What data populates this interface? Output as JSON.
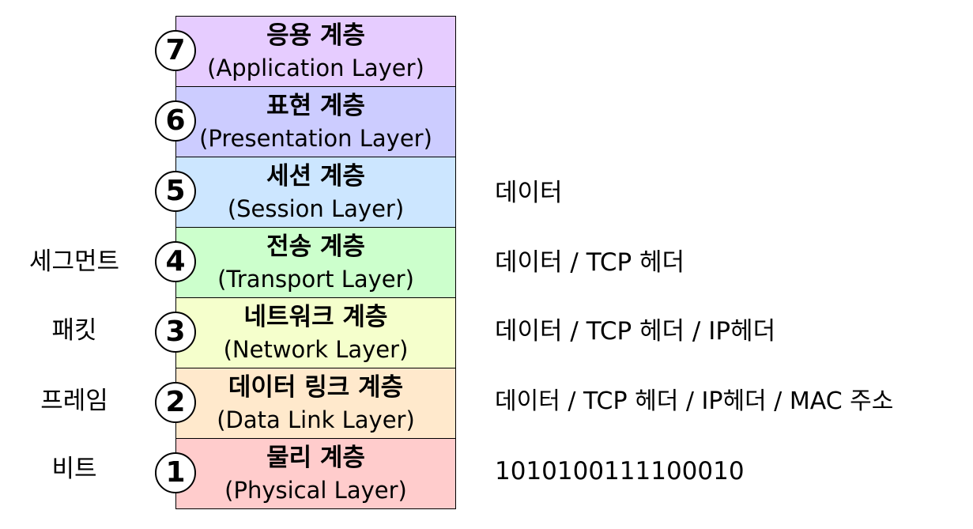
{
  "layers": [
    {
      "number": "7",
      "name_ko": "응용 계층",
      "name_en": "(Application Layer)",
      "color": "#e6ccff"
    },
    {
      "number": "6",
      "name_ko": "표현 계층",
      "name_en": "(Presentation Layer)",
      "color": "#ccccff"
    },
    {
      "number": "5",
      "name_ko": "세션 계층",
      "name_en": "(Session Layer)",
      "color": "#cce6ff"
    },
    {
      "number": "4",
      "name_ko": "전송 계층",
      "name_en": "(Transport Layer)",
      "color": "#ccffcc"
    },
    {
      "number": "3",
      "name_ko": "네트워크 계층",
      "name_en": "(Network Layer)",
      "color": "#f5ffcc"
    },
    {
      "number": "2",
      "name_ko": "데이터 링크 계층",
      "name_en": "(Data Link Layer)",
      "color": "#ffe9cc"
    },
    {
      "number": "1",
      "name_ko": "물리 계층",
      "name_en": "(Physical Layer)",
      "color": "#ffcccc"
    }
  ],
  "pdu_labels": {
    "transport": "세그먼트",
    "network": "패킷",
    "datalink": "프레임",
    "physical": "비트"
  },
  "encapsulation": {
    "session": "데이터",
    "transport": "데이터 / TCP 헤더",
    "network": "데이터 / TCP 헤더 / IP헤더",
    "datalink": "데이터 / TCP 헤더 / IP헤더 / MAC 주소",
    "physical": "1010100111100010"
  }
}
